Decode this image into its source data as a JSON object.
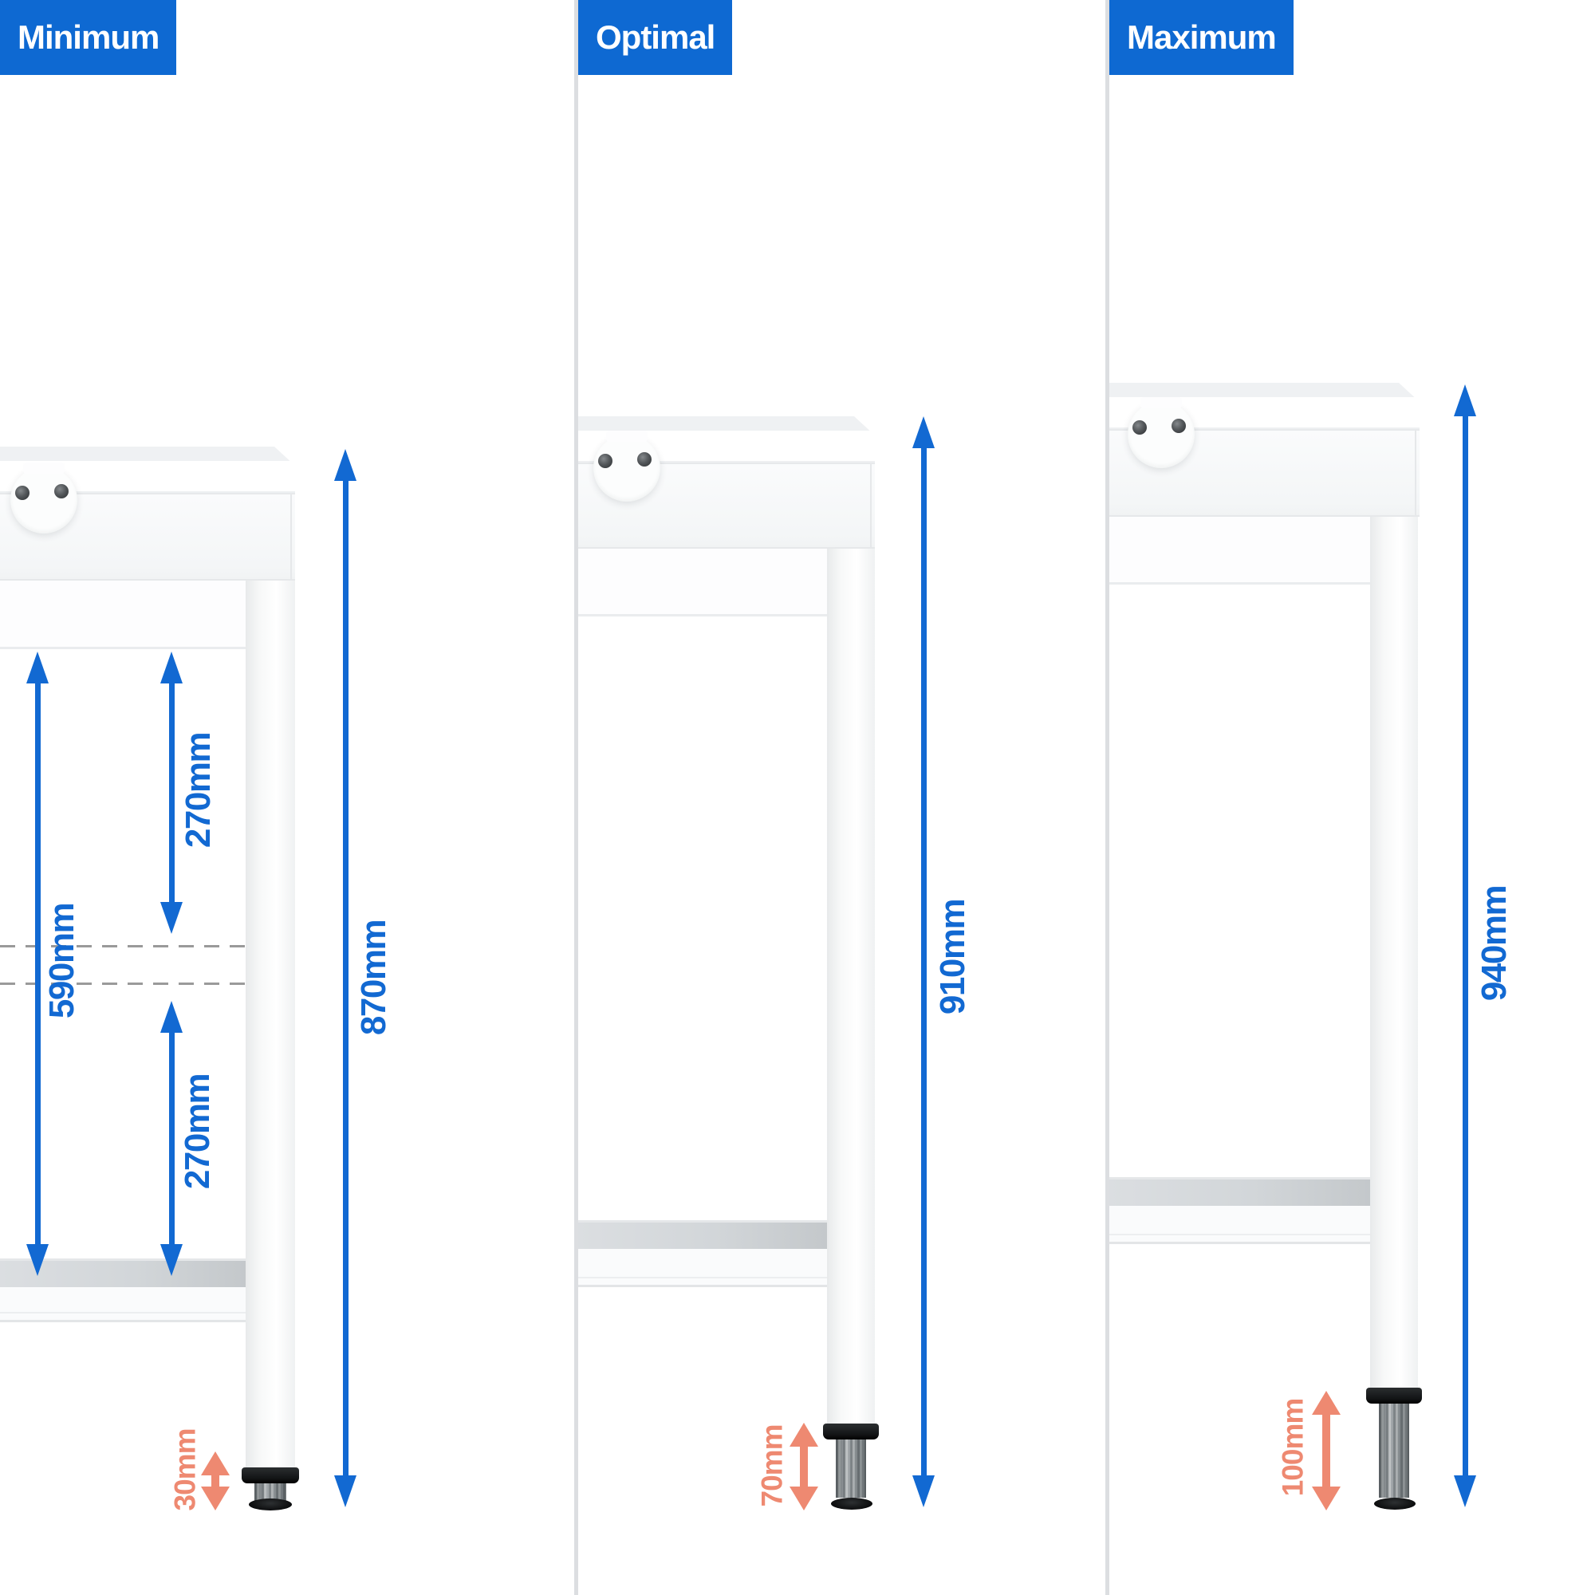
{
  "colors": {
    "header_blue": "#0e69d2",
    "dimension_blue": "#1269d2",
    "foot_adjust_salmon": "#ee8971",
    "dash_gray": "#9a9a9a"
  },
  "panels": [
    {
      "title": "Minimum",
      "dimensions": {
        "total_height": "870mm",
        "clearance_total": "590mm",
        "clearance_upper": "270mm",
        "clearance_lower": "270mm",
        "foot_adjustment": "30mm"
      }
    },
    {
      "title": "Optimal",
      "dimensions": {
        "total_height": "910mm",
        "foot_adjustment": "70mm"
      }
    },
    {
      "title": "Maximum",
      "dimensions": {
        "total_height": "940mm",
        "foot_adjustment": "100mm"
      }
    }
  ]
}
